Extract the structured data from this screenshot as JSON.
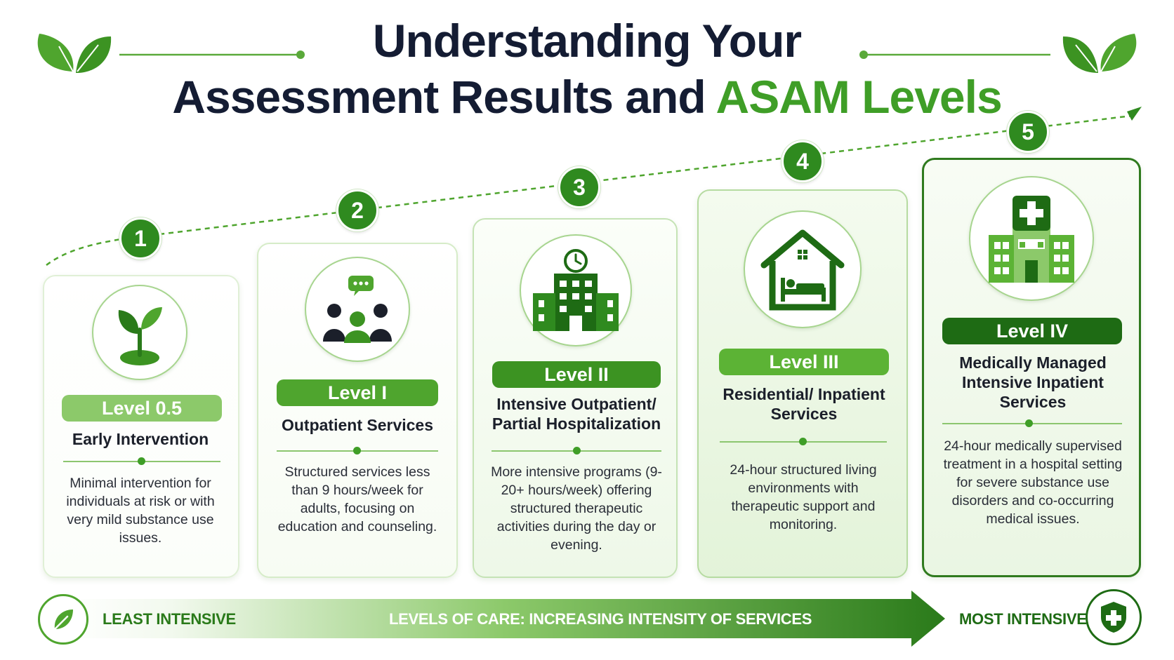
{
  "title": {
    "line1": "Understanding Your",
    "line2_plain": "Assessment Results and",
    "line2_accent": "ASAM Levels"
  },
  "colors": {
    "title_dark": "#141c33",
    "accent_green": "#3f9e27",
    "dark_green": "#1e6b14",
    "light_green": "#8cc96a"
  },
  "levels": [
    {
      "step": "1",
      "level": "Level 0.5",
      "name": "Early Intervention",
      "description": "Minimal intervention for individuals at risk or with very mild substance use issues.",
      "icon": "sprout-icon",
      "pill_color": "#8cc96a"
    },
    {
      "step": "2",
      "level": "Level I",
      "name": "Outpatient Services",
      "description": "Structured services less than 9 hours/week for adults, focusing on education and counseling.",
      "icon": "group-counseling-icon",
      "pill_color": "#4fa52e"
    },
    {
      "step": "3",
      "level": "Level II",
      "name": "Intensive Outpatient/ Partial Hospitalization",
      "description": "More intensive programs (9-20+ hours/week) offering structured therapeutic activities during the day or evening.",
      "icon": "clinic-building-clock-icon",
      "pill_color": "#3c9322"
    },
    {
      "step": "4",
      "level": "Level III",
      "name": "Residential/ Inpatient Services",
      "description": "24-hour structured living environments with therapeutic support and monitoring.",
      "icon": "house-bed-icon",
      "pill_color": "#5cb335"
    },
    {
      "step": "5",
      "level": "Level IV",
      "name": "Medically Managed Intensive Inpatient Services",
      "description": "24-hour medically supervised treatment in a hospital setting for severe substance use disorders and co-occurring medical issues.",
      "icon": "hospital-cross-icon",
      "pill_color": "#1e6b14"
    }
  ],
  "scale": {
    "least_label": "LEAST INTENSIVE",
    "center_label": "LEVELS OF CARE: INCREASING INTENSITY OF SERVICES",
    "most_label": "MOST INTENSIVE",
    "least_icon": "leaf-icon",
    "most_icon": "shield-cross-icon"
  },
  "decorations": {
    "left_icon": "leaves-icon",
    "right_icon": "leaves-icon",
    "path_arrow_icon": "arrowhead-icon"
  }
}
